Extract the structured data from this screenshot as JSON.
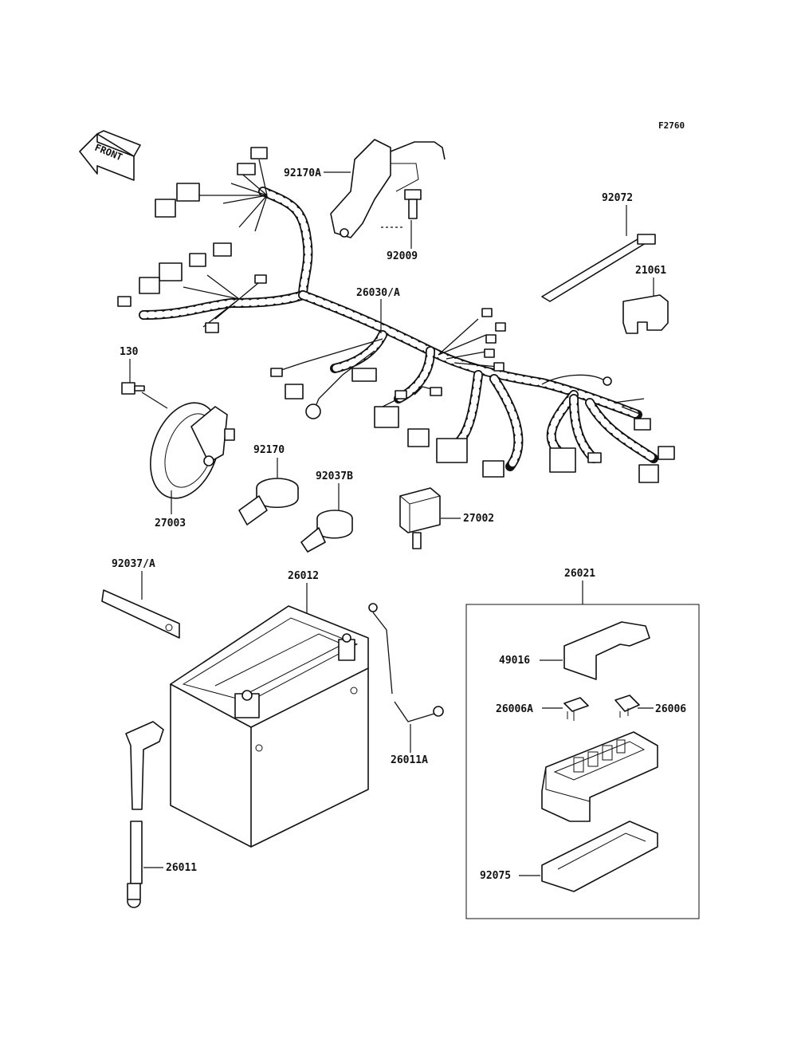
{
  "figure_code": "F2760",
  "front_label": "FRONT",
  "parts": {
    "p92170A": "92170A",
    "p92009": "92009",
    "p92072": "92072",
    "p21061": "21061",
    "p26030A": "26030/A",
    "p130": "130",
    "p92170": "92170",
    "p92037B": "92037B",
    "p27002": "27002",
    "p27003": "27003",
    "p92037A": "92037/A",
    "p26012": "26012",
    "p26021": "26021",
    "p49016": "49016",
    "p26006A": "26006A",
    "p26006": "26006",
    "p26011A": "26011A",
    "p26011": "26011",
    "p92075": "92075"
  }
}
